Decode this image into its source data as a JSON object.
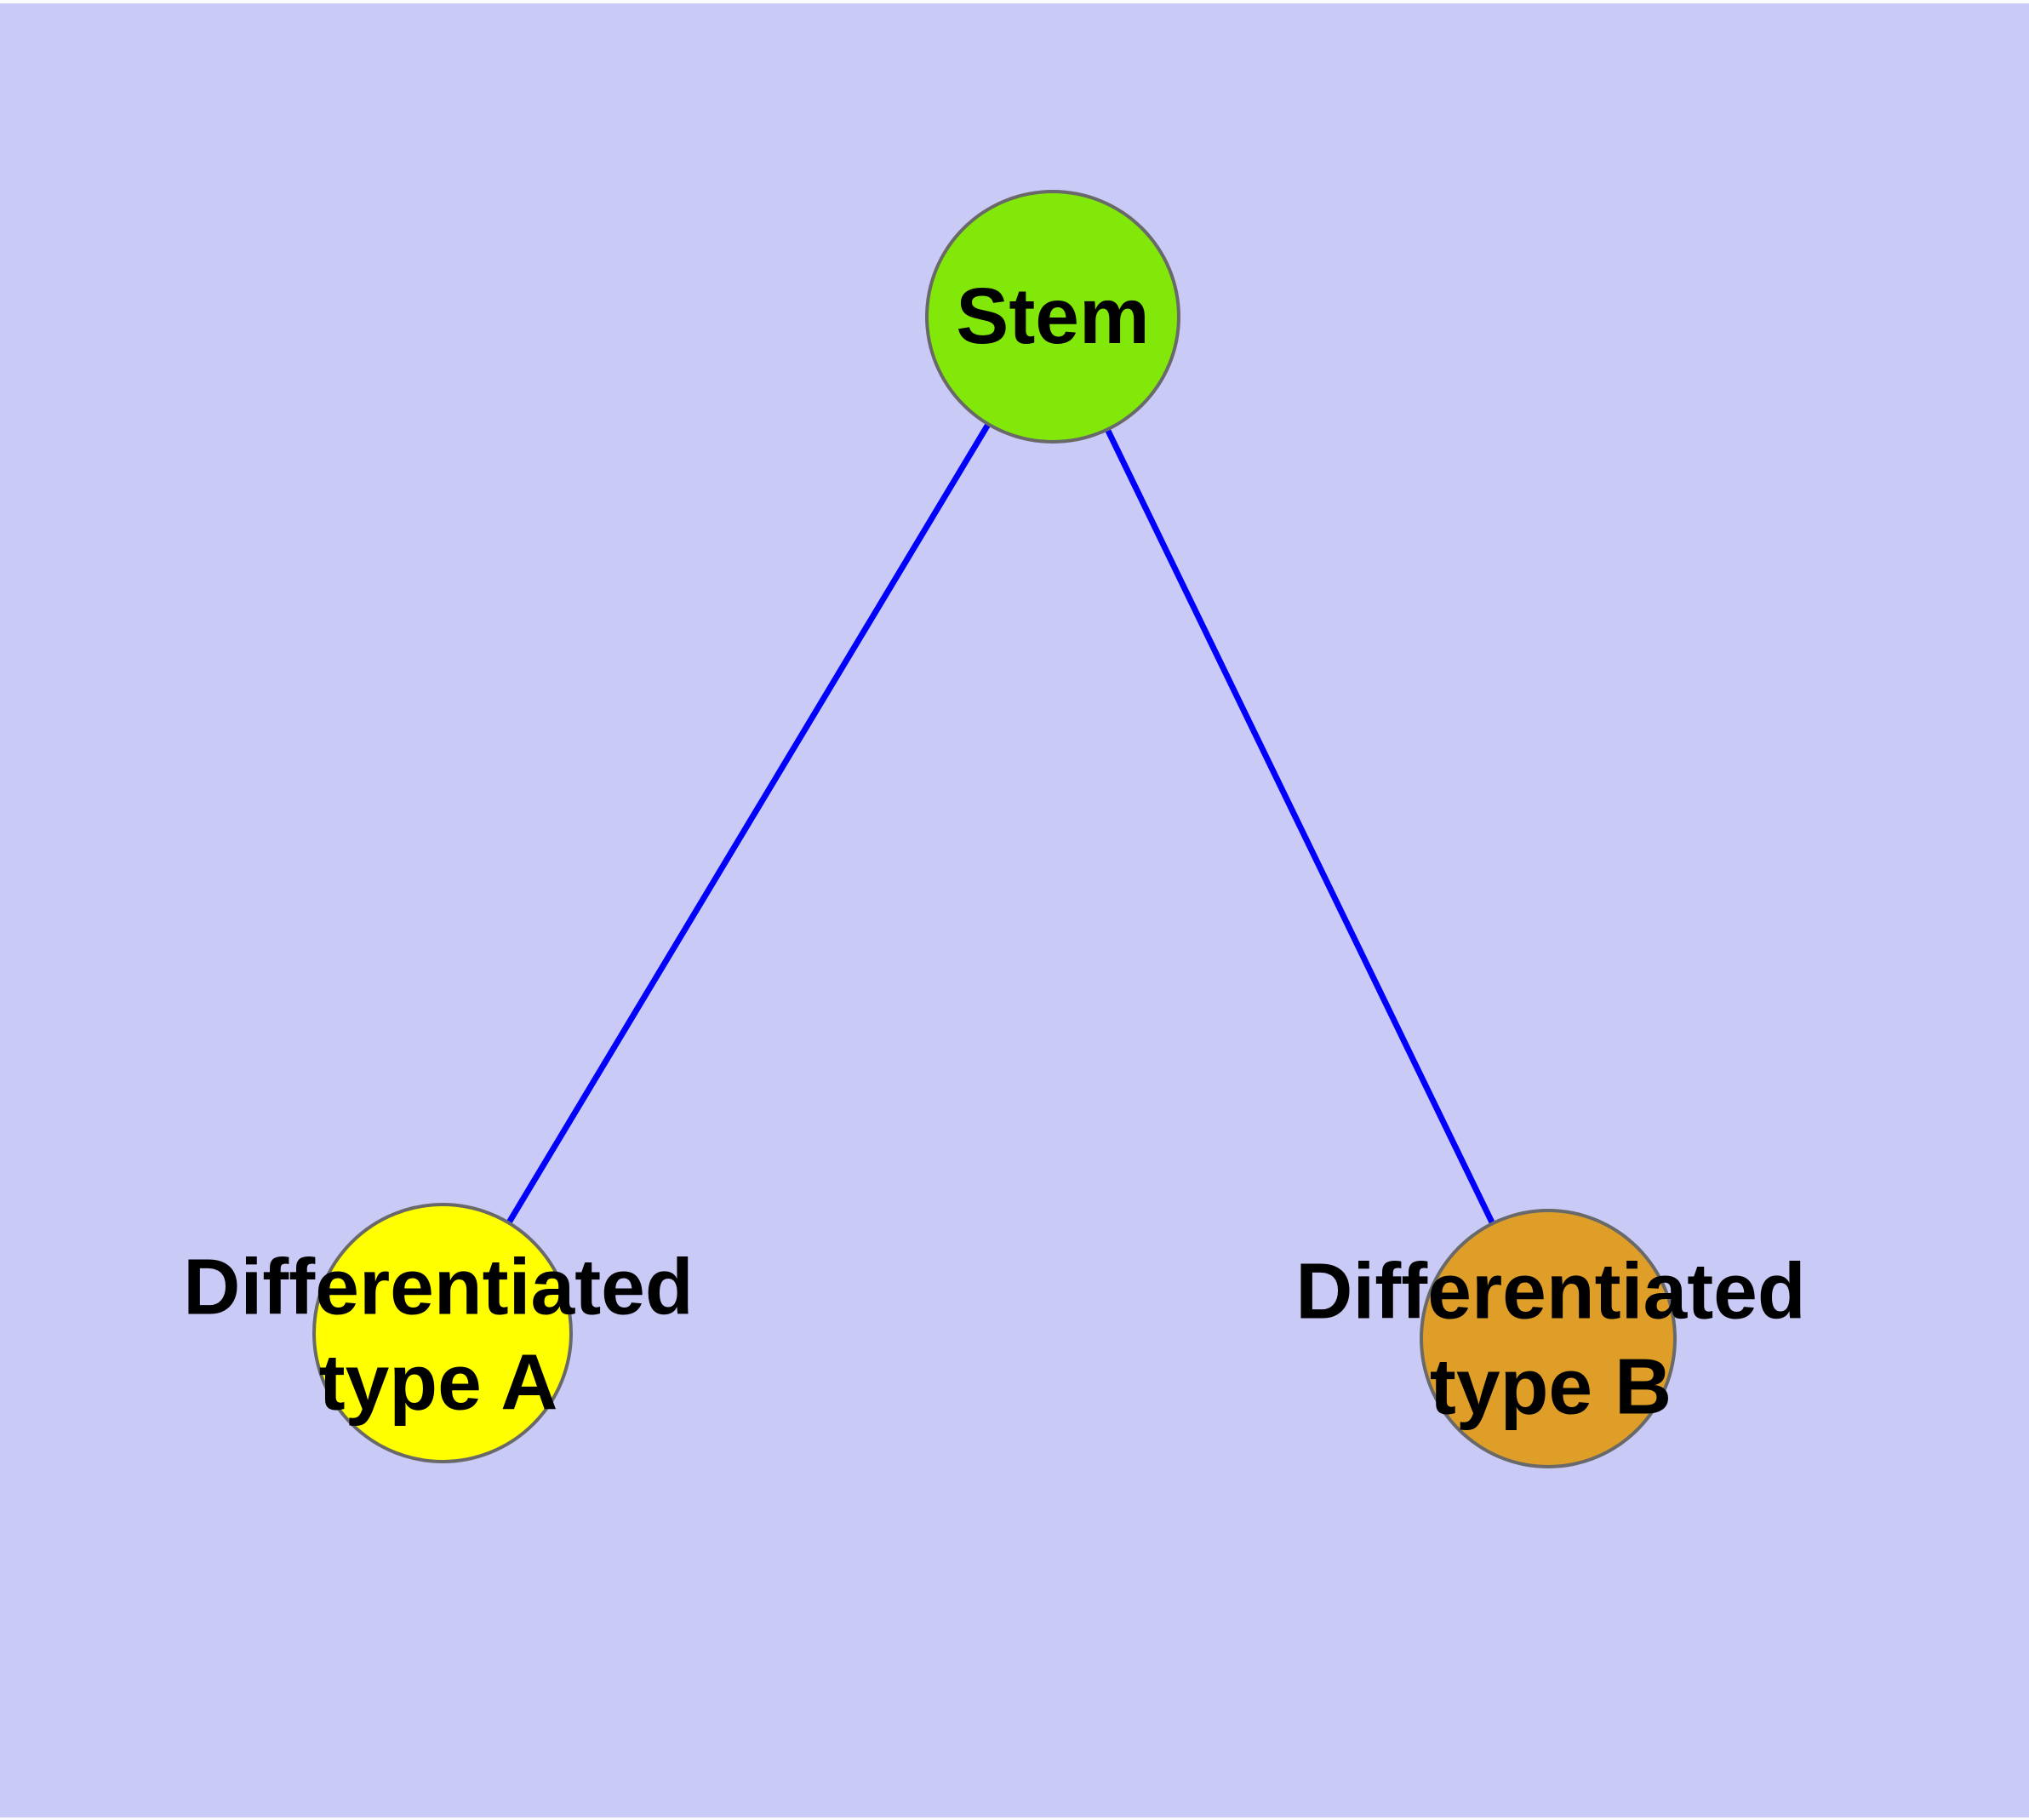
{
  "diagram": {
    "background_color": "#cacaf6",
    "edge_color": "#0000fb",
    "node_border_color": "#696969",
    "text_color": "#000000",
    "nodes": [
      {
        "id": "stem",
        "label": "Stem",
        "fill_color": "#82e80a"
      },
      {
        "id": "differentiated-type-a",
        "label": "Differentiated\ntype A",
        "fill_color": "#ffff00"
      },
      {
        "id": "differentiated-type-b",
        "label": "Differentiated\ntype B",
        "fill_color": "#de9e28"
      }
    ],
    "edges": [
      {
        "source": "Stem",
        "target": "Differentiated type A"
      },
      {
        "source": "Stem",
        "target": "Differentiated type B"
      }
    ]
  }
}
